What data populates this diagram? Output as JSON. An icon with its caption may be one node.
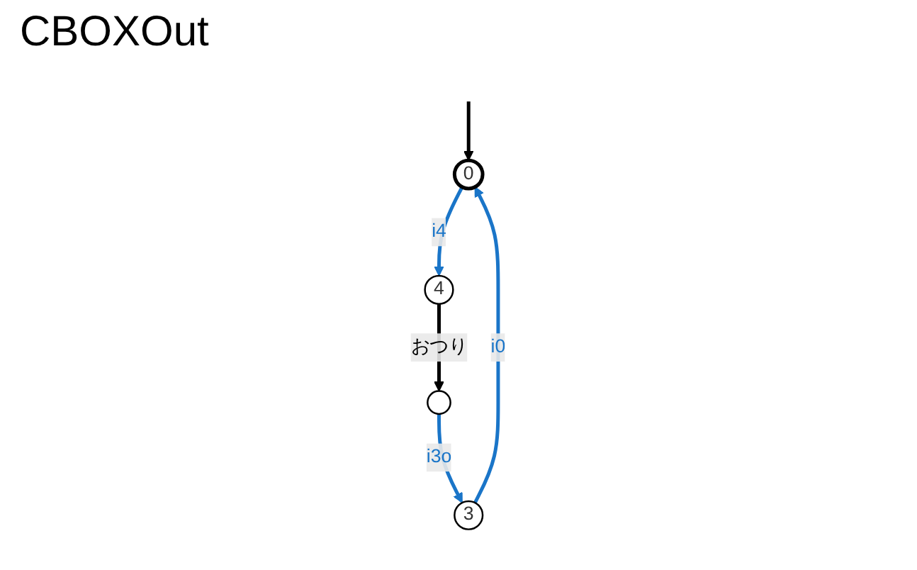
{
  "diagram": {
    "title": "CBOXOut",
    "nodes": [
      {
        "text": [
          "0"
        ]
      },
      {
        "text": [
          "3"
        ]
      },
      {
        "text": [],
        "shape": "circle"
      },
      {
        "text": [
          "4"
        ]
      }
    ],
    "edges": [
      {
        "from": null,
        "to": 0,
        "arrow": "to",
        "color": "#000000"
      },
      {
        "from": 0,
        "to": 3,
        "arrow": "to",
        "label": "i4",
        "color": "#1a75c8"
      },
      {
        "from": 3,
        "to": 2,
        "arrow": "to",
        "label": "おつり",
        "color": "#000000"
      },
      {
        "from": 2,
        "to": 1,
        "arrow": "to",
        "label": "i3o",
        "color": "#1a75c8"
      },
      {
        "from": 1,
        "to": 0,
        "arrow": "to",
        "label": "i0",
        "color": "#1a75c8"
      }
    ]
  }
}
